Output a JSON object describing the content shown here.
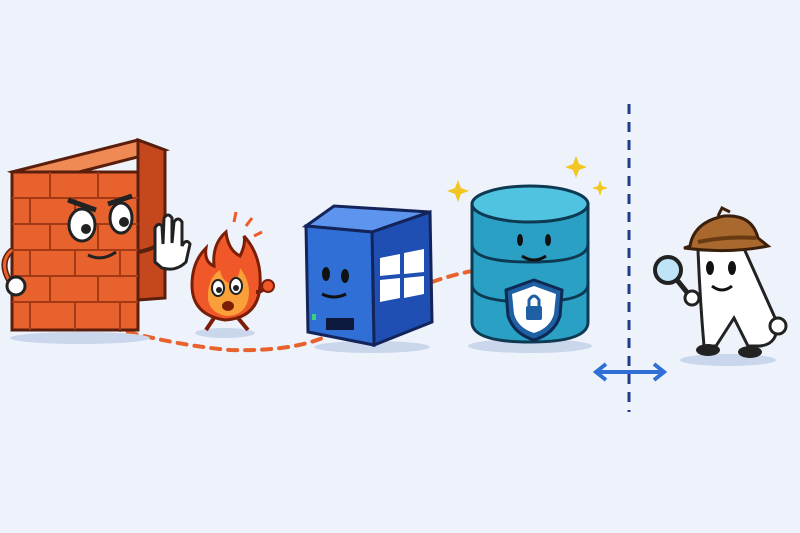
{
  "scene": {
    "background": "#eef3fb",
    "characters": [
      {
        "name": "brick-firewall-character",
        "icon": "brick-wall-icon",
        "color": "#e8622e"
      },
      {
        "name": "flame-character",
        "icon": "fire-icon",
        "color": "#f0582a"
      },
      {
        "name": "server-cube-character",
        "icon": "windows-server-icon",
        "color": "#2f6fd6"
      },
      {
        "name": "database-character",
        "icon": "database-shield-icon",
        "color": "#2aa0c4"
      },
      {
        "name": "detective-character",
        "icon": "magnifier-detective-icon",
        "color": "#ffffff"
      }
    ],
    "connector_color": "#e8622e",
    "boundary_color": "#1f3d8a",
    "arrow_color": "#2f6fd6",
    "sparkle_color": "#f2c623"
  }
}
